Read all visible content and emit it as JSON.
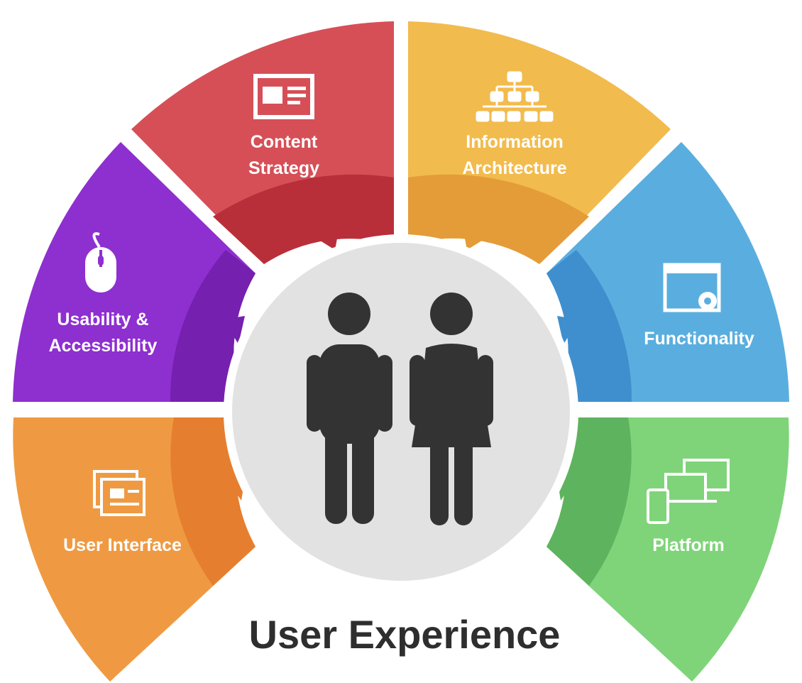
{
  "title": "User Experience",
  "segments": {
    "user_interface": {
      "lines": [
        "User Interface"
      ],
      "icon": "ui-windows-icon",
      "color": "#ef9a42",
      "inner_color": "#e67e2f"
    },
    "usability": {
      "lines": [
        "Usability &",
        "Accessibility"
      ],
      "icon": "mouse-icon",
      "color": "#8e2fd0",
      "inner_color": "#7520ae"
    },
    "content_strategy": {
      "lines": [
        "Content",
        "Strategy"
      ],
      "icon": "document-icon",
      "color": "#d64f57",
      "inner_color": "#b92f39"
    },
    "information_architecture": {
      "lines": [
        "Information",
        "Architecture"
      ],
      "icon": "sitemap-icon",
      "color": "#f2bb4d",
      "inner_color": "#e49c39"
    },
    "functionality": {
      "lines": [
        "Functionality"
      ],
      "icon": "browser-gear-icon",
      "color": "#5aaedf",
      "inner_color": "#3f8fcf"
    },
    "platform": {
      "lines": [
        "Platform"
      ],
      "icon": "devices-icon",
      "color": "#7fd47a",
      "inner_color": "#5eb35e"
    }
  },
  "center": {
    "color": "#e2e2e2",
    "figures": [
      "man-icon",
      "woman-icon"
    ],
    "figure_color": "#333333"
  }
}
